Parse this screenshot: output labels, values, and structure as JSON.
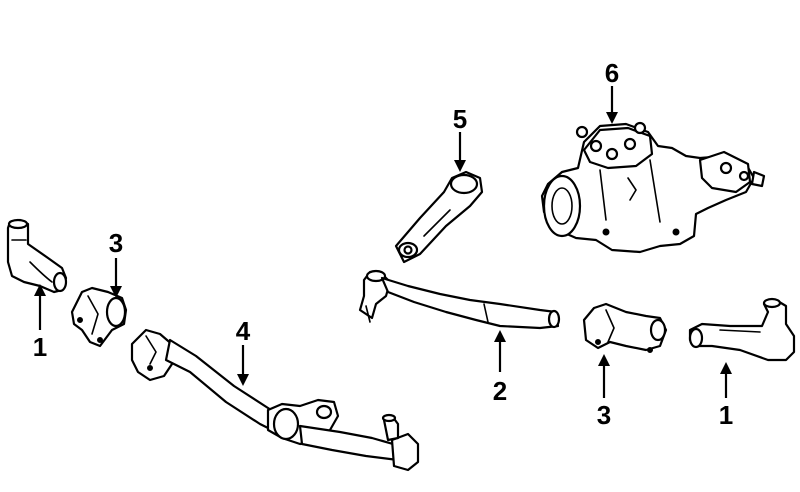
{
  "diagram": {
    "callouts": [
      {
        "id": "left-end",
        "label": "1"
      },
      {
        "id": "left-sleeve",
        "label": "3"
      },
      {
        "id": "connecting-rod",
        "label": "4"
      },
      {
        "id": "pitman-arm",
        "label": "5"
      },
      {
        "id": "tie-rod",
        "label": "2"
      },
      {
        "id": "steering-gear",
        "label": "6"
      },
      {
        "id": "right-sleeve",
        "label": "3"
      },
      {
        "id": "right-end",
        "label": "1"
      }
    ]
  }
}
